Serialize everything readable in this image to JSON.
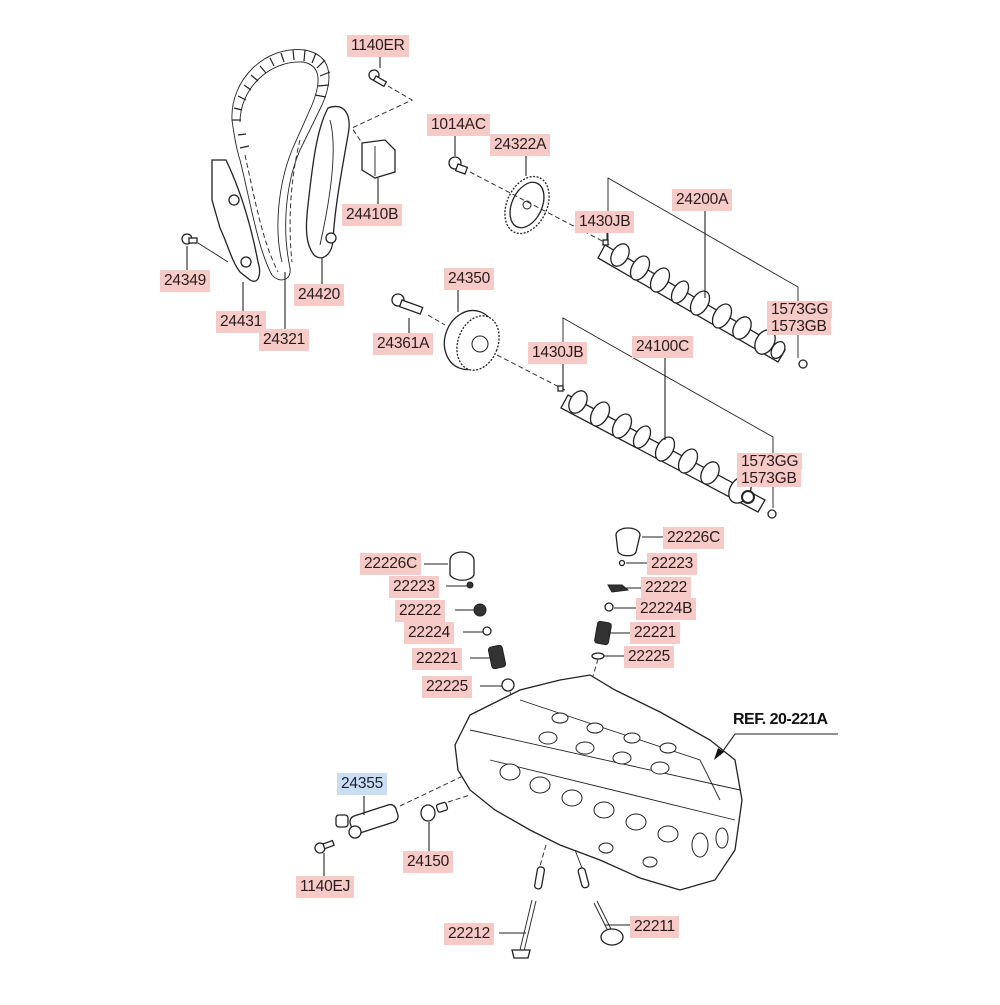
{
  "diagram": {
    "title": "Camshaft & Valve / Timing Chain exploded parts diagram",
    "reference": {
      "text": "REF. 20-221A"
    },
    "highlight_colors": {
      "part_label": "#f6cbc7",
      "selected_label": "#c9ddf3"
    },
    "labels": [
      {
        "id": "1140ER",
        "text": "1140ER",
        "part": "timing-chain-tensioner-bolt",
        "selected": false
      },
      {
        "id": "24410B",
        "text": "24410B",
        "part": "timing-chain-tensioner",
        "selected": false
      },
      {
        "id": "24349",
        "text": "24349",
        "part": "chain-guide-bolt",
        "selected": false
      },
      {
        "id": "24420",
        "text": "24420",
        "part": "chain-tensioner-arm",
        "selected": false
      },
      {
        "id": "24431",
        "text": "24431",
        "part": "timing-chain-guide",
        "selected": false
      },
      {
        "id": "24321",
        "text": "24321",
        "part": "timing-chain",
        "selected": false
      },
      {
        "id": "1014AC",
        "text": "1014AC",
        "part": "sprocket-bolt",
        "selected": false
      },
      {
        "id": "24322A",
        "text": "24322A",
        "part": "exhaust-cam-sprocket",
        "selected": false
      },
      {
        "id": "1430JB_top",
        "text": "1430JB",
        "part": "dowel-pin",
        "selected": false
      },
      {
        "id": "24200A",
        "text": "24200A",
        "part": "exhaust-camshaft",
        "selected": false
      },
      {
        "id": "1573GG_top",
        "text": "1573GG",
        "part": "plug",
        "selected": false
      },
      {
        "id": "1573GB_top",
        "text": "1573GB",
        "part": "plug",
        "selected": false
      },
      {
        "id": "24350",
        "text": "24350",
        "part": "cvvt-assembly",
        "selected": false
      },
      {
        "id": "24361A",
        "text": "24361A",
        "part": "cvvt-bolt",
        "selected": false
      },
      {
        "id": "1430JB_bot",
        "text": "1430JB",
        "part": "dowel-pin",
        "selected": false
      },
      {
        "id": "24100C",
        "text": "24100C",
        "part": "intake-camshaft",
        "selected": false
      },
      {
        "id": "1573GG_bot",
        "text": "1573GG",
        "part": "plug",
        "selected": false
      },
      {
        "id": "1573GB_bot",
        "text": "1573GB",
        "part": "plug",
        "selected": false
      },
      {
        "id": "22226C_left",
        "text": "22226C",
        "part": "valve-lifter",
        "selected": false
      },
      {
        "id": "22223_left",
        "text": "22223",
        "part": "valve-cotter",
        "selected": false
      },
      {
        "id": "22222_left",
        "text": "22222",
        "part": "spring-retainer",
        "selected": false
      },
      {
        "id": "22224",
        "text": "22224",
        "part": "valve-stem-seal",
        "selected": false
      },
      {
        "id": "22221_left",
        "text": "22221",
        "part": "valve-spring",
        "selected": false
      },
      {
        "id": "22225_left",
        "text": "22225",
        "part": "spring-seat",
        "selected": false
      },
      {
        "id": "22226C_right",
        "text": "22226C",
        "part": "valve-lifter",
        "selected": false
      },
      {
        "id": "22223_right",
        "text": "22223",
        "part": "valve-cotter",
        "selected": false
      },
      {
        "id": "22222_right",
        "text": "22222",
        "part": "spring-retainer",
        "selected": false
      },
      {
        "id": "22224B",
        "text": "22224B",
        "part": "valve-stem-seal",
        "selected": false
      },
      {
        "id": "22221_right",
        "text": "22221",
        "part": "valve-spring",
        "selected": false
      },
      {
        "id": "22225_right",
        "text": "22225",
        "part": "spring-seat",
        "selected": false
      },
      {
        "id": "24355",
        "text": "24355",
        "part": "oil-control-valve",
        "selected": true
      },
      {
        "id": "1140EJ",
        "text": "1140EJ",
        "part": "ocv-bolt",
        "selected": false
      },
      {
        "id": "24150",
        "text": "24150",
        "part": "ocv-filter",
        "selected": false
      },
      {
        "id": "22212",
        "text": "22212",
        "part": "exhaust-valve",
        "selected": false
      },
      {
        "id": "22211",
        "text": "22211",
        "part": "intake-valve",
        "selected": false
      }
    ]
  }
}
